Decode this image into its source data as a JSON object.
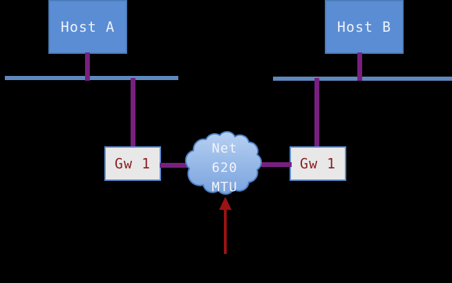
{
  "diagram": {
    "title": "hosts-gateways-network-mtu-diagram",
    "hosts": {
      "a": "Host A",
      "b": "Host B"
    },
    "gateways": {
      "left": "Gw 1",
      "right": "Gw 1"
    },
    "cloud": {
      "lines": [
        "Net",
        "620",
        "MTU"
      ]
    },
    "colors": {
      "background": "#000000",
      "host_box_fill": "#5b8dd4",
      "host_box_border": "#4d7cba",
      "host_text": "#eef3fb",
      "bus_line": "#5f89be",
      "purple_link": "#78207f",
      "gateway_fill": "#e8e8e8",
      "gateway_border": "#5b8fd4",
      "gateway_text": "#8b1e1e",
      "cloud_fill_top": "#b6d0f1",
      "cloud_fill_bottom": "#7aa3de",
      "cloud_border": "#4b7fc4",
      "cloud_text": "#f2f4fa",
      "arrow_red": "#9b1414"
    }
  }
}
